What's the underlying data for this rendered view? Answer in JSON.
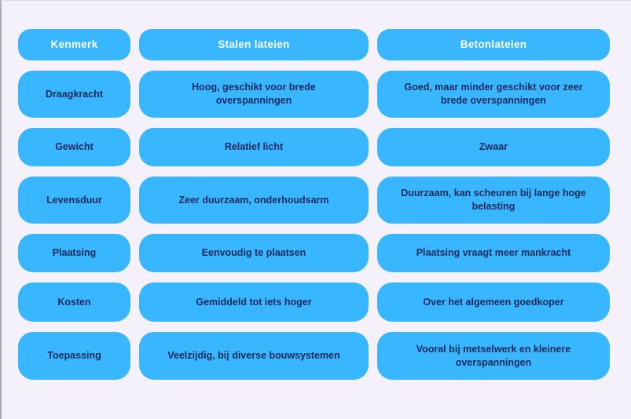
{
  "theme": {
    "background": "#f4f1fa",
    "box_blue": "#38b6ff",
    "header_text": "#ffffff",
    "cell_text": "#1f2a5c"
  },
  "table": {
    "headers": [
      "Kenmerk",
      "Stalen lateien",
      "Betonlateien"
    ],
    "rows": [
      [
        "Draagkracht",
        "Hoog, geschikt voor brede overspanningen",
        "Goed, maar minder geschikt voor zeer brede overspanningen"
      ],
      [
        "Gewicht",
        "Relatief licht",
        "Zwaar"
      ],
      [
        "Levensduur",
        "Zeer duurzaam, onderhoudsarm",
        "Duurzaam, kan scheuren bij lange hoge belasting"
      ],
      [
        "Plaatsing",
        "Eenvoudig te plaatsen",
        "Plaatsing vraagt meer mankracht"
      ],
      [
        "Kosten",
        "Gemiddeld tot iets hoger",
        "Over het algemeen goedkoper"
      ],
      [
        "Toepassing",
        "Veelzijdig, bij diverse bouwsystemen",
        "Vooral bij metselwerk en kleinere overspanningen"
      ]
    ]
  }
}
